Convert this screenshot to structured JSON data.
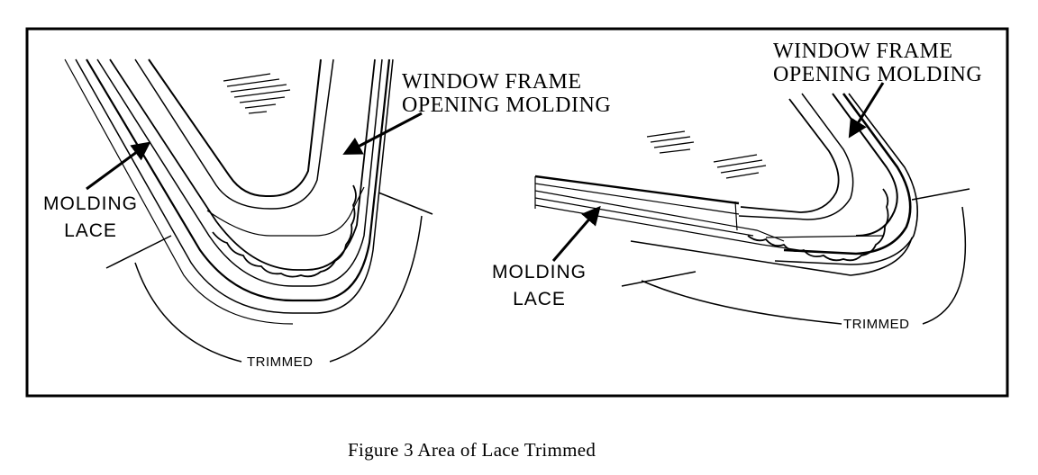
{
  "figure": {
    "left_panel": {
      "frame_callout": [
        "WINDOW FRAME",
        "OPENING MOLDING"
      ],
      "lace_callout": [
        "MOLDING",
        "LACE"
      ],
      "trimmed_label": "TRIMMED"
    },
    "right_panel": {
      "frame_callout": [
        "WINDOW FRAME",
        "OPENING MOLDING"
      ],
      "lace_callout": [
        "MOLDING",
        "LACE"
      ],
      "trimmed_label": "TRIMMED"
    },
    "caption": "Figure 3  Area of Lace Trimmed"
  },
  "colors": {
    "ink": "#000000",
    "paper": "#ffffff"
  }
}
